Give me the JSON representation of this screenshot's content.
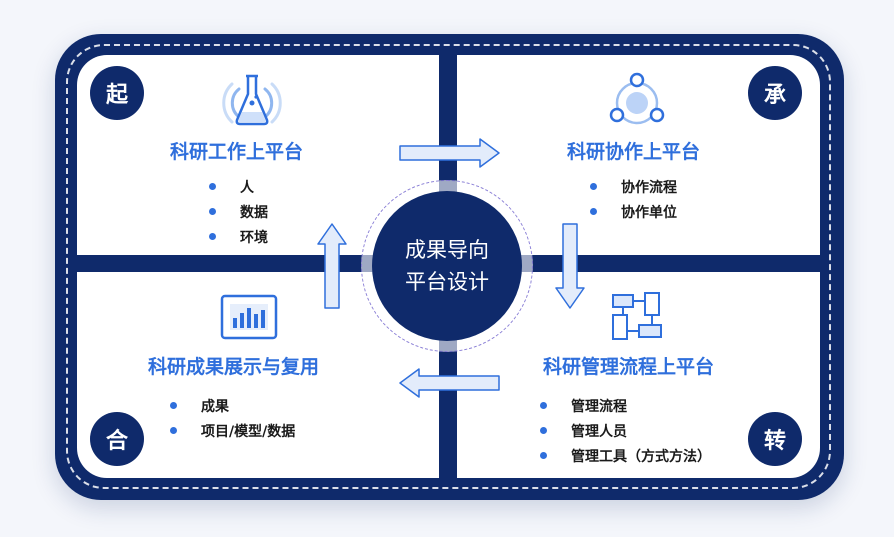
{
  "center": {
    "line1": "成果导向",
    "line2": "平台设计"
  },
  "quadrants": {
    "top_left": {
      "corner": "起",
      "title": "科研工作上平台",
      "items": [
        "人",
        "数据",
        "环境"
      ]
    },
    "top_right": {
      "corner": "承",
      "title": "科研协作上平台",
      "items": [
        "协作流程",
        "协作单位"
      ]
    },
    "bottom_right": {
      "corner": "转",
      "title": "科研管理流程上平台",
      "items": [
        "管理流程",
        "管理人员",
        "管理工具（方式方法）"
      ]
    },
    "bottom_left": {
      "corner": "合",
      "title": "科研成果展示与复用",
      "items": [
        "成果",
        "项目/模型/数据"
      ]
    }
  },
  "icons": {
    "top_left": "flask-icon",
    "top_right": "collaboration-nodes-icon",
    "bottom_right": "flowchart-icon",
    "bottom_left": "bar-chart-icon"
  },
  "colors": {
    "navy": "#0f2a6b",
    "accent_blue": "#2f6fdc",
    "arrow_fill": "#e3ecfb"
  }
}
